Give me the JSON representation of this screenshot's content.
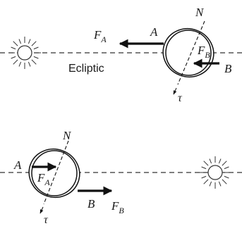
{
  "top_panel": {
    "point_a": "A",
    "point_b": "B",
    "pole": "N",
    "torque": "τ",
    "plane_label": "Ecliptic",
    "force_a": {
      "letter": "F",
      "sub": "A"
    },
    "force_b": {
      "letter": "F",
      "sub": "B"
    }
  },
  "bottom_panel": {
    "point_a": "A",
    "point_b": "B",
    "pole": "N",
    "torque": "τ",
    "force_a": {
      "letter": "F",
      "sub": "A"
    },
    "force_b": {
      "letter": "F",
      "sub": "B"
    }
  }
}
